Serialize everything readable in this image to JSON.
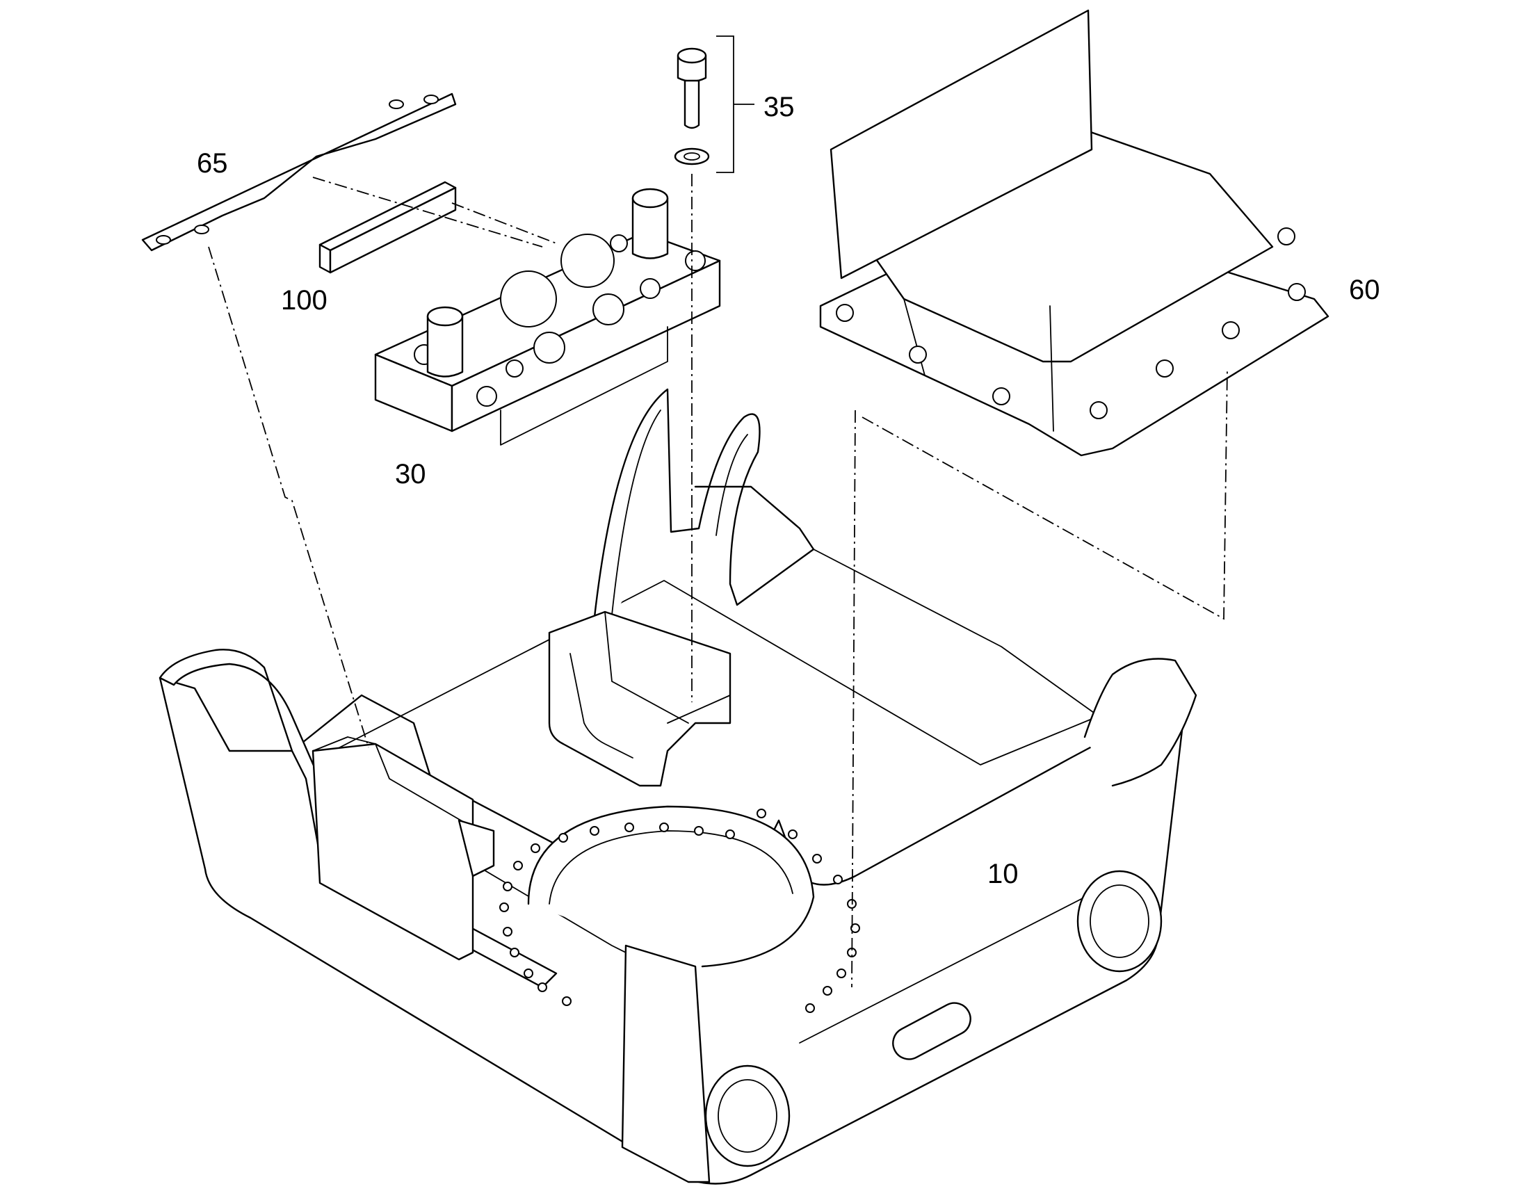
{
  "callouts": {
    "c10": "10",
    "c30": "30",
    "c35": "35",
    "c60": "60",
    "c65": "65",
    "c100": "100"
  }
}
